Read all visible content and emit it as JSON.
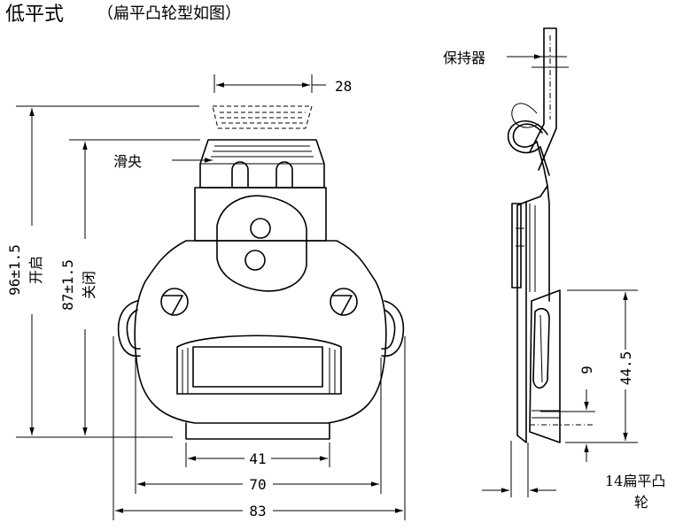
{
  "title": {
    "main": "低平式",
    "sub": "（扁平凸轮型如图）"
  },
  "labels": {
    "slider": "滑央",
    "holder": "保持器",
    "open_label": "开启",
    "close_label": "关闭",
    "cam_line1": "14扁平凸",
    "cam_line2": "轮"
  },
  "dimensions": {
    "top_width": "28",
    "height_open": "96±1.5",
    "height_close": "87±1.5",
    "width_inner": "41",
    "width_mid": "70",
    "width_outer": "83",
    "side_height": "44.5",
    "side_small": "9"
  }
}
